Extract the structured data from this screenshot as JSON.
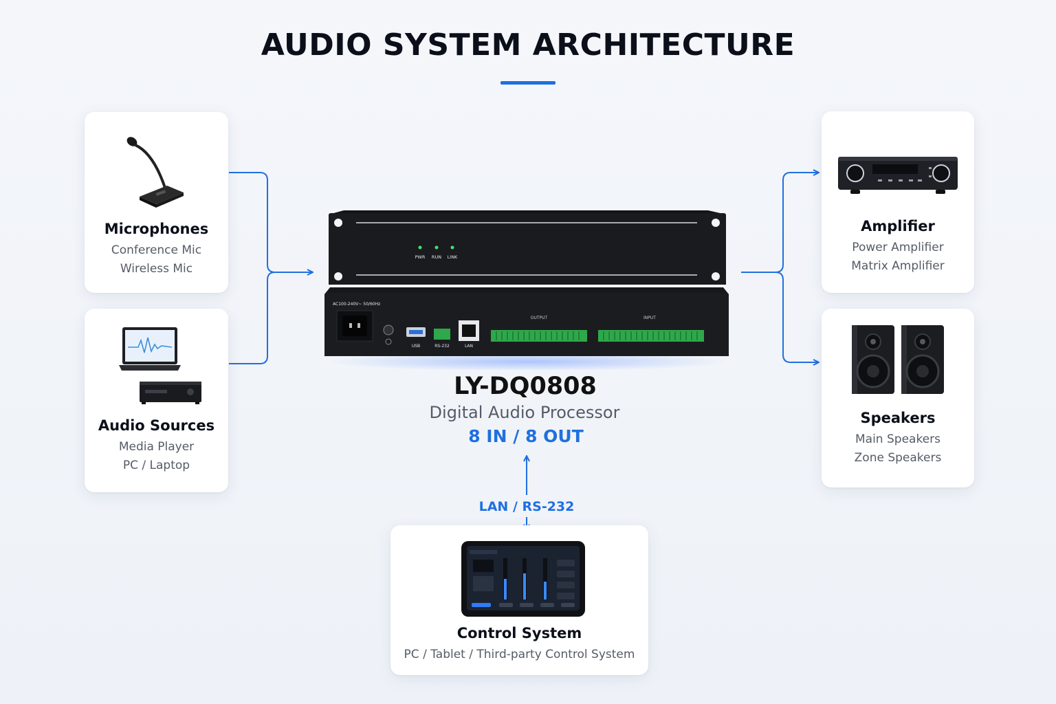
{
  "title": "AUDIO SYSTEM ARCHITECTURE",
  "accent_color": "#1f6fe0",
  "inputs": [
    {
      "title": "Microphones",
      "lines": [
        "Conference Mic",
        "Wireless Mic"
      ],
      "icon": "microphone-icon"
    },
    {
      "title": "Audio Sources",
      "lines": [
        "Media Player",
        "PC / Laptop"
      ],
      "icon": "laptop-player-icon"
    }
  ],
  "outputs": [
    {
      "title": "Amplifier",
      "lines": [
        "Power Amplifier",
        "Matrix Amplifier"
      ],
      "icon": "amplifier-icon"
    },
    {
      "title": "Speakers",
      "lines": [
        "Main Speakers",
        "Zone Speakers"
      ],
      "icon": "speakers-icon"
    }
  ],
  "processor": {
    "model": "LY-DQ0808",
    "name": "Digital Audio Processor",
    "io": "8 IN / 8 OUT",
    "front_leds": [
      "PWR",
      "RUN",
      "LINK"
    ],
    "rear_power_label": "AC100-240V~ 50/60Hz",
    "rear_ports": [
      "USB",
      "RS-232",
      "LAN"
    ],
    "terminal_labels": [
      "OUTPUT",
      "INPUT"
    ]
  },
  "control": {
    "link_label": "LAN / RS-232",
    "title": "Control System",
    "subtitle": "PC / Tablet / Third-party Control System",
    "icon": "tablet-icon"
  }
}
